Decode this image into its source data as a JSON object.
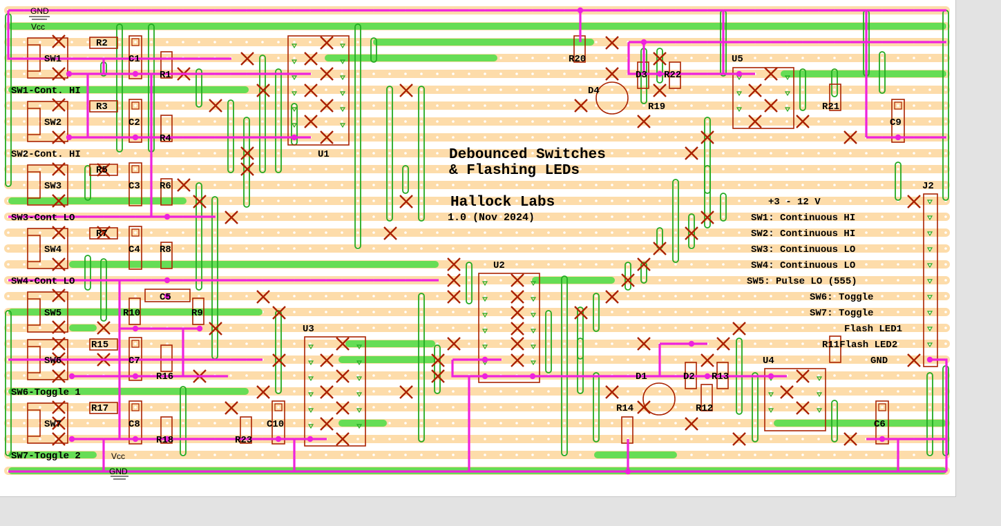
{
  "colors": {
    "strip": "#fddcaa",
    "hole": "#ffffff",
    "link": "#66dd55",
    "link_edge": "#22aa22",
    "wire": "#ee22dd",
    "component": "#aa2200",
    "cut": "#aa2200"
  },
  "title": {
    "line1": "Debounced Switches",
    "line2": "& Flashing LEDs",
    "org": "Hallock Labs",
    "version": "1.0 (Nov 2024)"
  },
  "notes": [
    "+3 - 12 V",
    "SW1: Continuous HI",
    "SW2: Continuous HI",
    "SW3: Continuous LO",
    "SW4: Continuous LO",
    "SW5: Pulse LO (555)",
    "SW6: Toggle",
    "SW7: Toggle",
    "Flash LED1",
    "R11Flash LED2",
    "GND"
  ],
  "power": {
    "gnd": "GND",
    "vcc": "Vcc"
  },
  "section_labels": [
    "SW1-Cont. HI",
    "SW2-Cont. HI",
    "SW3-Cont LO",
    "SW4-Cont LO",
    "SW6-Toggle 1",
    "SW7-Toggle 2"
  ],
  "switches": [
    "SW1",
    "SW2",
    "SW3",
    "SW4",
    "SW5",
    "SW6",
    "SW7"
  ],
  "resistors": [
    "R1",
    "R2",
    "R3",
    "R4",
    "R5",
    "R6",
    "R7",
    "R8",
    "R9",
    "R10",
    "R12",
    "R13",
    "R14",
    "R15",
    "R16",
    "R17",
    "R18",
    "R19",
    "R20",
    "R21",
    "R22",
    "R23"
  ],
  "capacitors": [
    "C1",
    "C2",
    "C3",
    "C4",
    "C5",
    "C6",
    "C7",
    "C8",
    "C9",
    "C10"
  ],
  "ics": [
    "U1",
    "U2",
    "U3",
    "U4",
    "U5"
  ],
  "leds": [
    "D1",
    "D2",
    "D3",
    "D4"
  ],
  "connector": "J2"
}
